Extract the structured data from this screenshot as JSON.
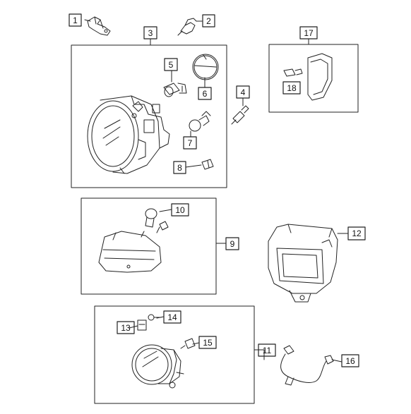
{
  "diagram": {
    "callouts": {
      "c1": "1",
      "c2": "2",
      "c3": "3",
      "c4": "4",
      "c5": "5",
      "c6": "6",
      "c7": "7",
      "c8": "8",
      "c9": "9",
      "c10": "10",
      "c11": "11",
      "c12": "12",
      "c13": "13",
      "c14": "14",
      "c15": "15",
      "c16": "16",
      "c17": "17",
      "c18": "18"
    },
    "line_color": "#222222",
    "fill_color": "#ffffff"
  }
}
